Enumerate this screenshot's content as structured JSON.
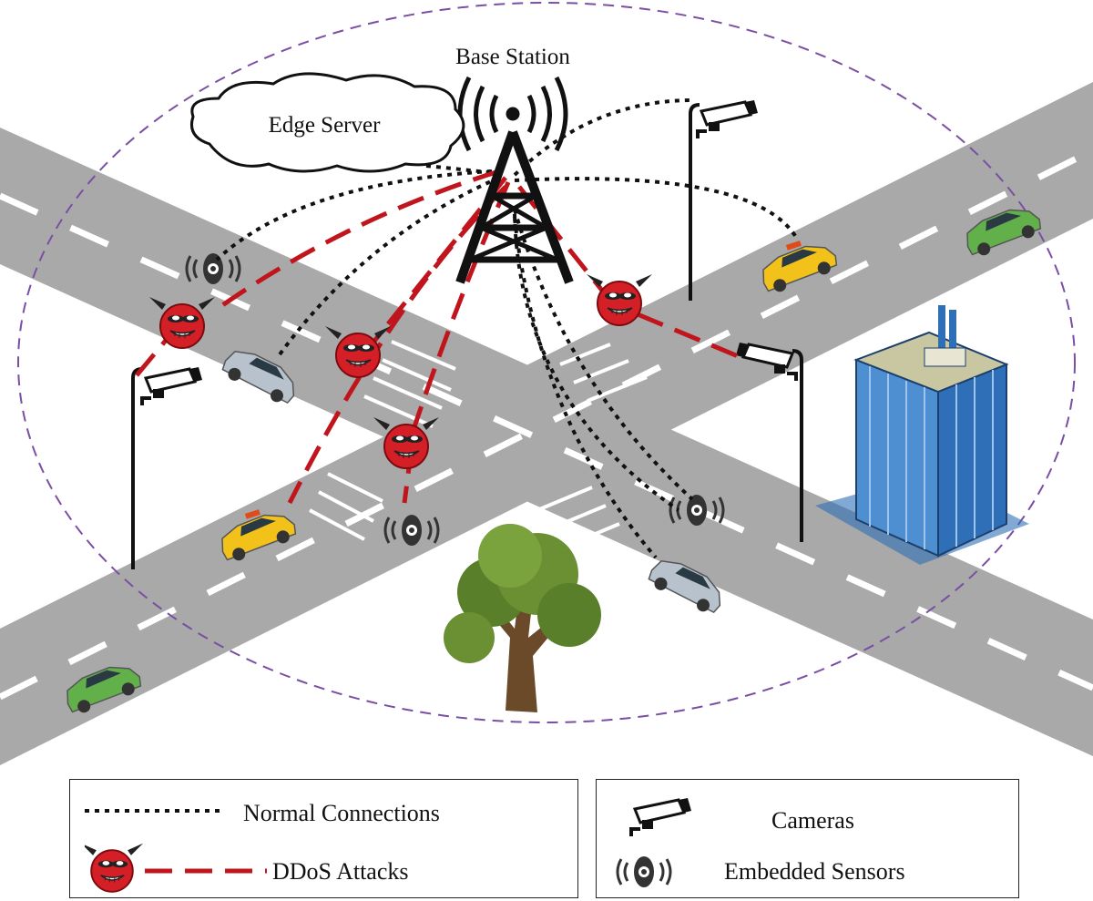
{
  "labels": {
    "base_station": "Base Station",
    "edge_server": "Edge Server"
  },
  "legend": {
    "normal_connections": "Normal Connections",
    "ddos_attacks": "DDoS Attacks",
    "cameras": "Cameras",
    "embedded_sensors": "Embedded Sensors"
  },
  "colors": {
    "road": "#a9a9a9",
    "lane_mark": "#ffffff",
    "attack_line": "#c0151c",
    "normal_line": "#111111",
    "boundary": "#7a4fa3",
    "attacker": "#d51f26",
    "taxi": "#f2c21b",
    "green_car": "#62b04a",
    "silver_car": "#b8c2cc",
    "building": "#2f6fb7"
  },
  "icons": [
    "base-station-tower-icon",
    "cloud-icon",
    "camera-icon",
    "sensor-icon",
    "attacker-devil-icon",
    "car-icon",
    "tree-icon",
    "building-icon"
  ]
}
